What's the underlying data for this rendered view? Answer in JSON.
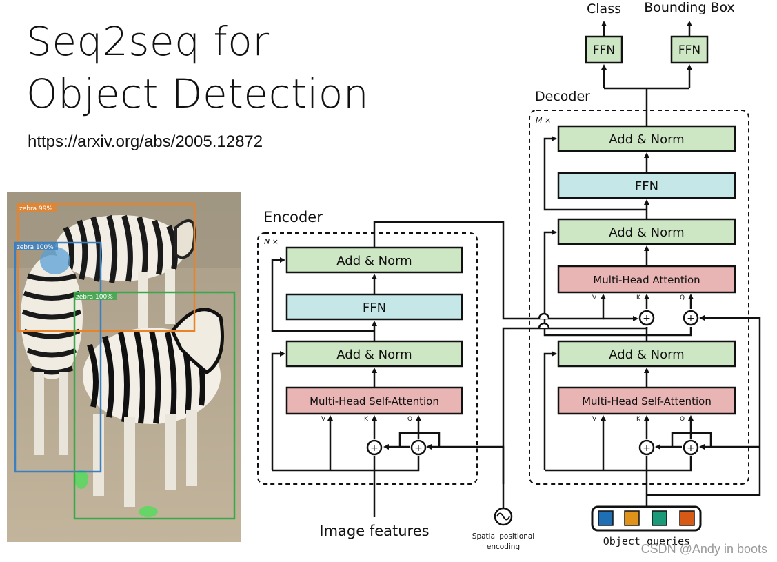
{
  "slide": {
    "title_line1": "Seq2seq for",
    "title_line2": "Object Detection",
    "url": "https://arxiv.org/abs/2005.12872",
    "watermark": "CSDN @Andy in boots"
  },
  "photo": {
    "detections": [
      {
        "label": "zebra 99%",
        "color": "#e8832a"
      },
      {
        "label": "zebra 100%",
        "color": "#3a7fc0"
      },
      {
        "label": "zebra 100%",
        "color": "#3aa84a"
      }
    ]
  },
  "encoder": {
    "title": "Encoder",
    "repeat": "N ×",
    "add_norm_top": "Add & Norm",
    "ffn": "FFN",
    "add_norm_bottom": "Add & Norm",
    "self_attention": "Multi-Head Self-Attention",
    "v": "V",
    "k": "K",
    "q": "Q",
    "input_label": "Image features"
  },
  "positional": {
    "label_line1": "Spatial positional",
    "label_line2": "encoding"
  },
  "decoder": {
    "title": "Decoder",
    "repeat": "M ×",
    "add_norm_top": "Add & Norm",
    "ffn": "FFN",
    "add_norm_mid": "Add & Norm",
    "cross_attention": "Multi-Head Attention",
    "add_norm_bottom": "Add & Norm",
    "self_attention": "Multi-Head Self-Attention",
    "v": "V",
    "k": "K",
    "q": "Q",
    "head_class_ffn": "FFN",
    "head_box_ffn": "FFN",
    "class_label": "Class",
    "box_label": "Bounding Box"
  },
  "object_queries": {
    "label": "Object queries",
    "colors": [
      "#1f6fb5",
      "#e0931a",
      "#1a9a78",
      "#d65a16"
    ]
  },
  "colors": {
    "norm_fill": "#cde6c4",
    "ffn_fill": "#c6e7e8",
    "attn_fill": "#e8b4b4"
  }
}
